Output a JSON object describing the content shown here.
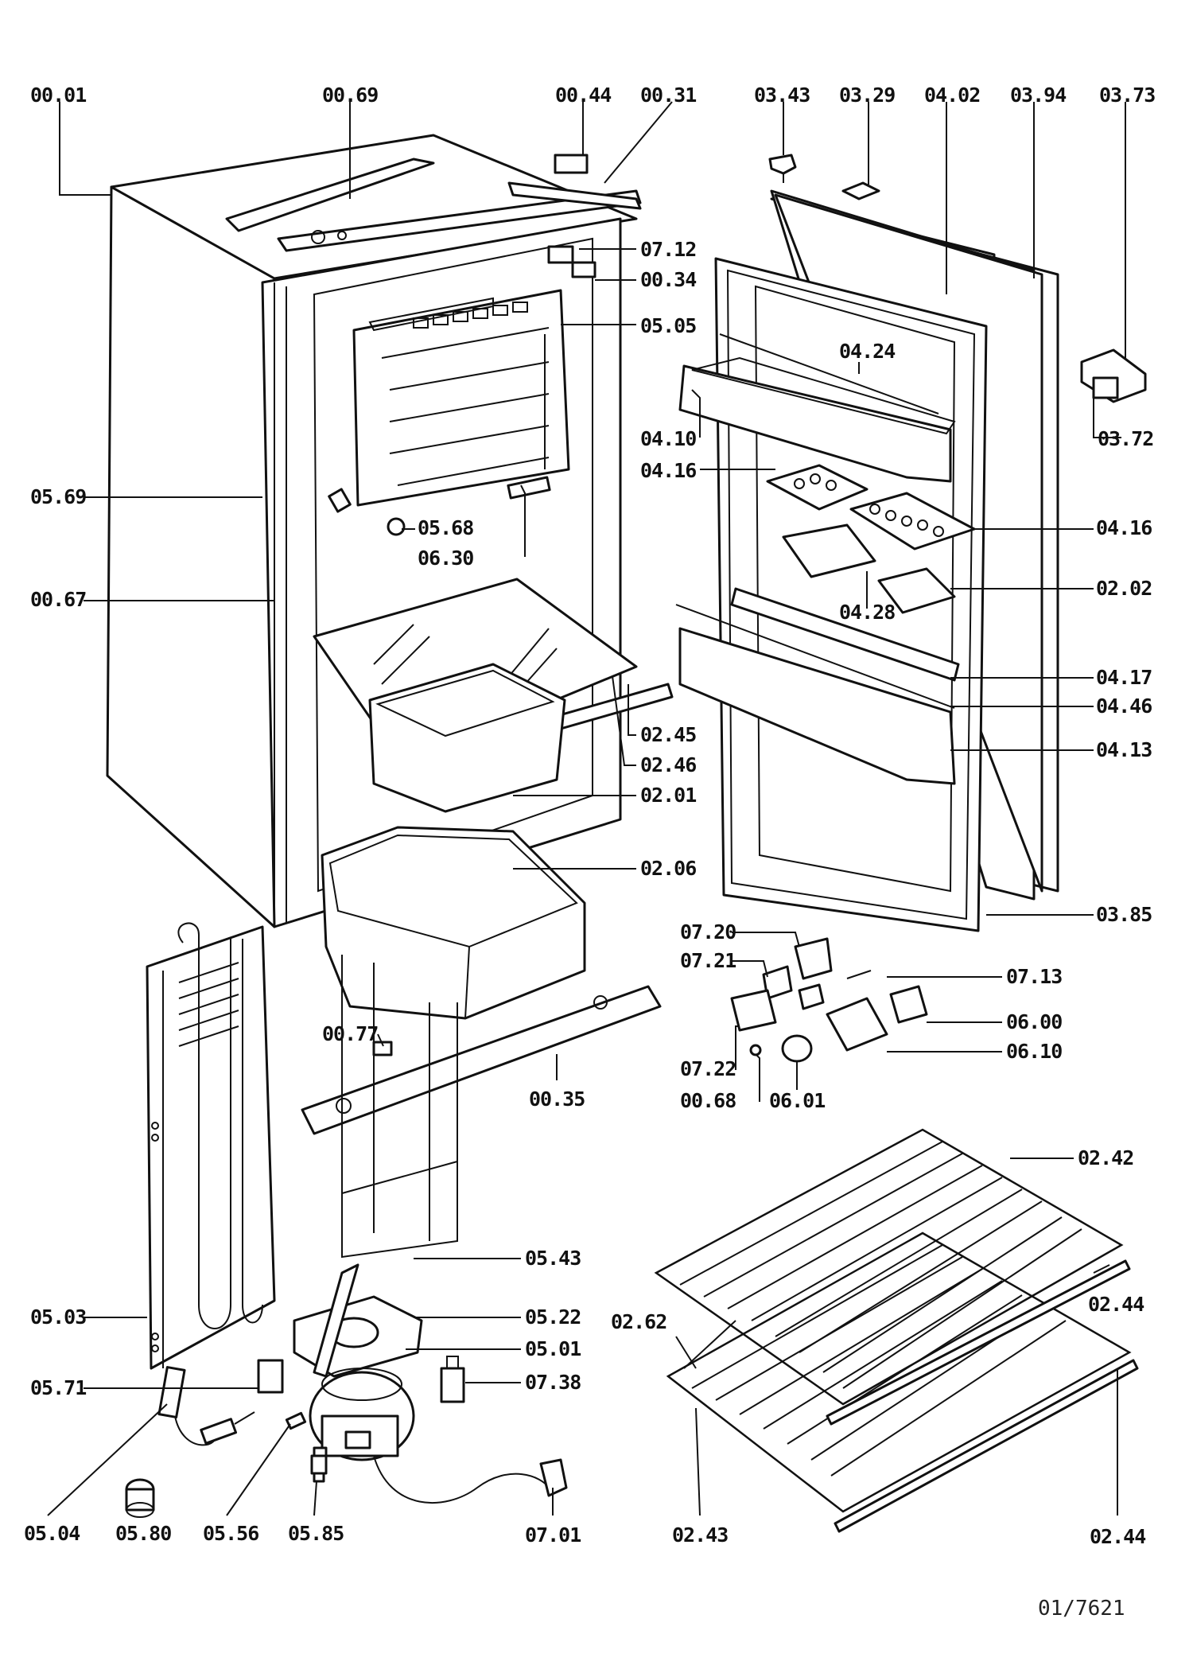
{
  "diagram": {
    "drawing_number": "01/7621",
    "labels": [
      {
        "id": "00-01",
        "text": "00.01"
      },
      {
        "id": "00-69",
        "text": "00.69"
      },
      {
        "id": "00-44",
        "text": "00.44"
      },
      {
        "id": "00-31",
        "text": "00.31"
      },
      {
        "id": "03-43",
        "text": "03.43"
      },
      {
        "id": "03-29",
        "text": "03.29"
      },
      {
        "id": "04-02",
        "text": "04.02"
      },
      {
        "id": "03-94",
        "text": "03.94"
      },
      {
        "id": "03-73",
        "text": "03.73"
      },
      {
        "id": "07-12",
        "text": "07.12"
      },
      {
        "id": "00-34",
        "text": "00.34"
      },
      {
        "id": "05-05",
        "text": "05.05"
      },
      {
        "id": "04-24",
        "text": "04.24"
      },
      {
        "id": "03-72",
        "text": "03.72"
      },
      {
        "id": "04-10",
        "text": "04.10"
      },
      {
        "id": "04-16a",
        "text": "04.16"
      },
      {
        "id": "05-69",
        "text": "05.69"
      },
      {
        "id": "05-68",
        "text": "05.68"
      },
      {
        "id": "04-16b",
        "text": "04.16"
      },
      {
        "id": "06-30",
        "text": "06.30"
      },
      {
        "id": "02-02",
        "text": "02.02"
      },
      {
        "id": "00-67",
        "text": "00.67"
      },
      {
        "id": "04-28",
        "text": "04.28"
      },
      {
        "id": "04-17",
        "text": "04.17"
      },
      {
        "id": "04-46",
        "text": "04.46"
      },
      {
        "id": "02-45",
        "text": "02.45"
      },
      {
        "id": "04-13",
        "text": "04.13"
      },
      {
        "id": "02-46",
        "text": "02.46"
      },
      {
        "id": "02-01",
        "text": "02.01"
      },
      {
        "id": "02-06",
        "text": "02.06"
      },
      {
        "id": "03-85",
        "text": "03.85"
      },
      {
        "id": "07-20",
        "text": "07.20"
      },
      {
        "id": "07-21",
        "text": "07.21"
      },
      {
        "id": "07-13",
        "text": "07.13"
      },
      {
        "id": "06-00",
        "text": "06.00"
      },
      {
        "id": "00-77",
        "text": "00.77"
      },
      {
        "id": "06-10",
        "text": "06.10"
      },
      {
        "id": "07-22",
        "text": "07.22"
      },
      {
        "id": "00-35",
        "text": "00.35"
      },
      {
        "id": "00-68",
        "text": "00.68"
      },
      {
        "id": "06-01",
        "text": "06.01"
      },
      {
        "id": "02-42",
        "text": "02.42"
      },
      {
        "id": "05-43",
        "text": "05.43"
      },
      {
        "id": "02-44a",
        "text": "02.44"
      },
      {
        "id": "05-03",
        "text": "05.03"
      },
      {
        "id": "05-22",
        "text": "05.22"
      },
      {
        "id": "02-62",
        "text": "02.62"
      },
      {
        "id": "05-01",
        "text": "05.01"
      },
      {
        "id": "05-71",
        "text": "05.71"
      },
      {
        "id": "07-38",
        "text": "07.38"
      },
      {
        "id": "05-04",
        "text": "05.04"
      },
      {
        "id": "05-80",
        "text": "05.80"
      },
      {
        "id": "05-56",
        "text": "05.56"
      },
      {
        "id": "05-85",
        "text": "05.85"
      },
      {
        "id": "07-01",
        "text": "07.01"
      },
      {
        "id": "02-43",
        "text": "02.43"
      },
      {
        "id": "02-44b",
        "text": "02.44"
      }
    ]
  }
}
